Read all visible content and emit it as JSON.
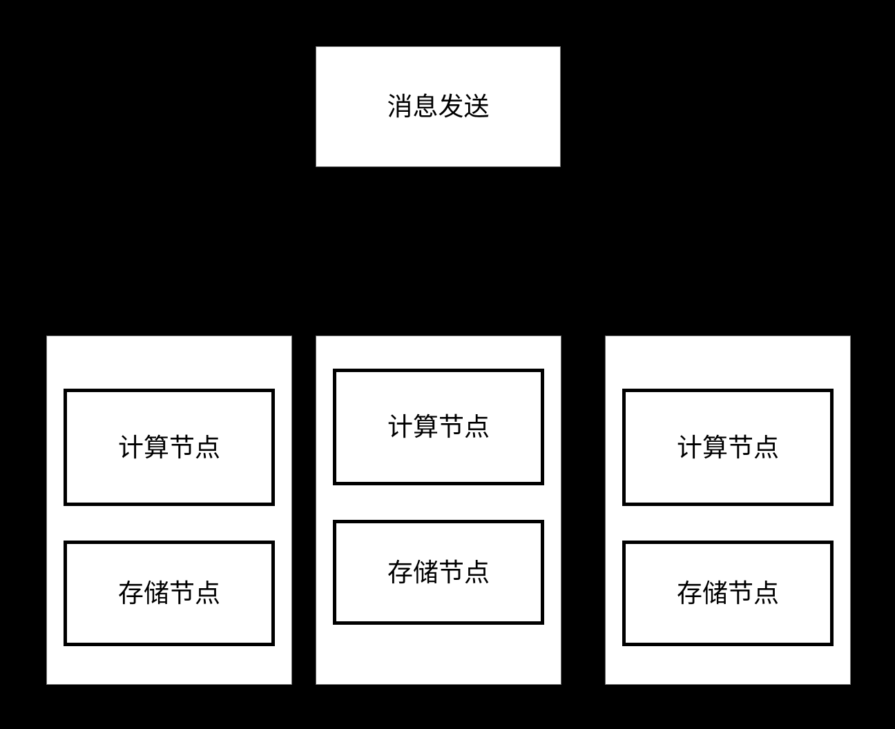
{
  "diagram": {
    "background_color": "#000000",
    "box_fill_color": "#ffffff",
    "outer_border_color": "#6e6e6e",
    "inner_border_color": "#000000",
    "text_color": "#000000",
    "top_box": {
      "label": "消息发送"
    },
    "clusters": [
      {
        "position": "left",
        "nodes": [
          {
            "label": "计算节点"
          },
          {
            "label": "存储节点"
          }
        ]
      },
      {
        "position": "middle",
        "nodes": [
          {
            "label": "计算节点"
          },
          {
            "label": "存储节点"
          }
        ]
      },
      {
        "position": "right",
        "nodes": [
          {
            "label": "计算节点"
          },
          {
            "label": "存储节点"
          }
        ]
      }
    ]
  }
}
